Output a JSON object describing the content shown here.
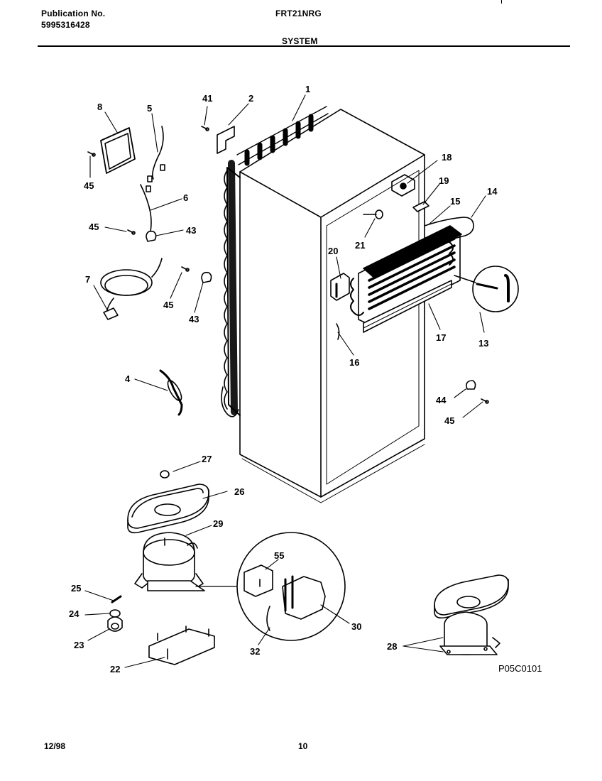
{
  "header": {
    "publication_label": "Publication No.",
    "publication_number": "5995316428",
    "model": "FRT21NRG",
    "section": "SYSTEM"
  },
  "diagram": {
    "callouts": {
      "c1": "1",
      "c2": "2",
      "c41": "41",
      "c8": "8",
      "c5": "5",
      "c45a": "45",
      "c6": "6",
      "c45b": "45",
      "c43a": "43",
      "c7": "7",
      "c45c": "45",
      "c43b": "43",
      "c18": "18",
      "c19": "19",
      "c14": "14",
      "c15": "15",
      "c21": "21",
      "c20": "20",
      "c13": "13",
      "c17": "17",
      "c16": "16",
      "c4": "4",
      "c44": "44",
      "c45d": "45",
      "c27": "27",
      "c26": "26",
      "c29": "29",
      "c25": "25",
      "c24": "24",
      "c23": "23",
      "c22": "22",
      "c55": "55",
      "c30": "30",
      "c32": "32",
      "c28": "28"
    },
    "figure_code": "P05C0101"
  },
  "footer": {
    "date": "12/98",
    "page": "10"
  }
}
